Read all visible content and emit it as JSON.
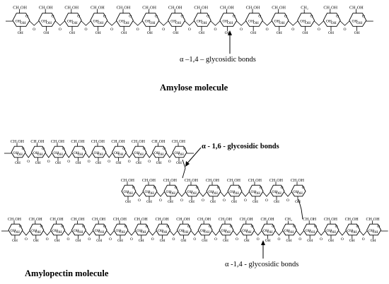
{
  "amylose": {
    "title": "Amylose molecule",
    "bond_label": "α –1,4 – glycosidic bonds",
    "units": 14
  },
  "amylopectin": {
    "title": "Amylopectin molecule",
    "bond_16_label": "α - 1,6 - glycosidic bonds",
    "bond_14_label": "α -1,4 - glycosidic bonds",
    "top_branch_units": 9,
    "middle_branch_units": 9,
    "main_chain_units": 18
  },
  "ring_text": {
    "ch2oh": "CH₂OH",
    "ch2": "CH₂",
    "oh": "OH",
    "o": "O"
  }
}
